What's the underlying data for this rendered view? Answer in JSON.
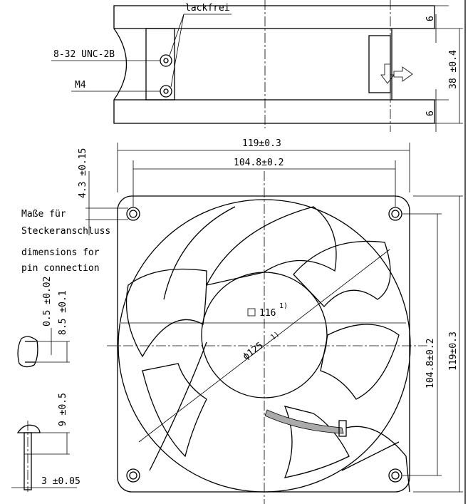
{
  "labels": {
    "lackfrei": "lackfrei",
    "thread": "8-32 UNC-2B",
    "m4": "M4",
    "masse_1": "Maße für",
    "masse_2": "Steckeranschluss",
    "dims_1": "dimensions for",
    "dims_2": "pin connection"
  },
  "dimensions": {
    "height": "38 ±0.4",
    "rail_top": "6",
    "rail_bottom": "6",
    "width_outer": "119±0.3",
    "hole_spacing": "104.8±0.2",
    "hole_offset": "4.3 ±0.15",
    "vert_hole_spacing": "104.8±0.2",
    "vert_outer": "119±0.3",
    "square": "116",
    "square_note": "1)",
    "diameter": "ϕ125",
    "diameter_note": "1)",
    "pin_thickness": "0.5 ±0.02",
    "pin_spacing": "8.5 ±0.1",
    "pin_length": "9 ±0.5",
    "pin_width": "3 ±0.05"
  }
}
